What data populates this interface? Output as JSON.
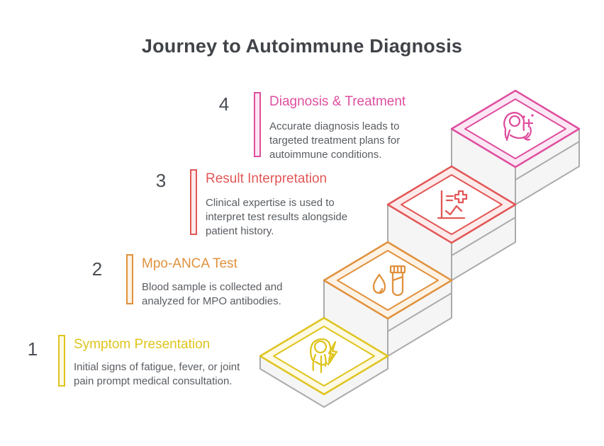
{
  "header": {
    "title": "Journey to Autoimmune Diagnosis",
    "title_color": "#404348"
  },
  "steps": [
    {
      "number": "1",
      "title": "Symptom Presentation",
      "description": "Initial signs of fatigue, fever, or joint pain prompt medical consultation.",
      "color": "#dfc41e",
      "tint": "#fdf9e2",
      "icon": "person-lightning-icon"
    },
    {
      "number": "2",
      "title": "Mpo-ANCA Test",
      "description": "Blood sample is collected and analyzed for MPO antibodies.",
      "color": "#e0913d",
      "tint": "#fdf2e4",
      "icon": "blood-drop-test-tube-icon"
    },
    {
      "number": "3",
      "title": "Result Interpretation",
      "description": "Clinical expertise is used to interpret test results alongside patient history.",
      "color": "#e25757",
      "tint": "#fdeaea",
      "icon": "medical-chart-icon"
    },
    {
      "number": "4",
      "title": "Diagnosis & Treatment",
      "description": "Accurate diagnosis leads to targeted treatment plans for autoimmune conditions.",
      "color": "#df4f9f",
      "tint": "#fbe7f4",
      "icon": "patient-care-icon"
    }
  ],
  "graphic": {
    "body_fill": "#f5f5f6",
    "outline_color": "#ababab",
    "text_color": "#595d62",
    "number_color": "#4a4e54"
  }
}
